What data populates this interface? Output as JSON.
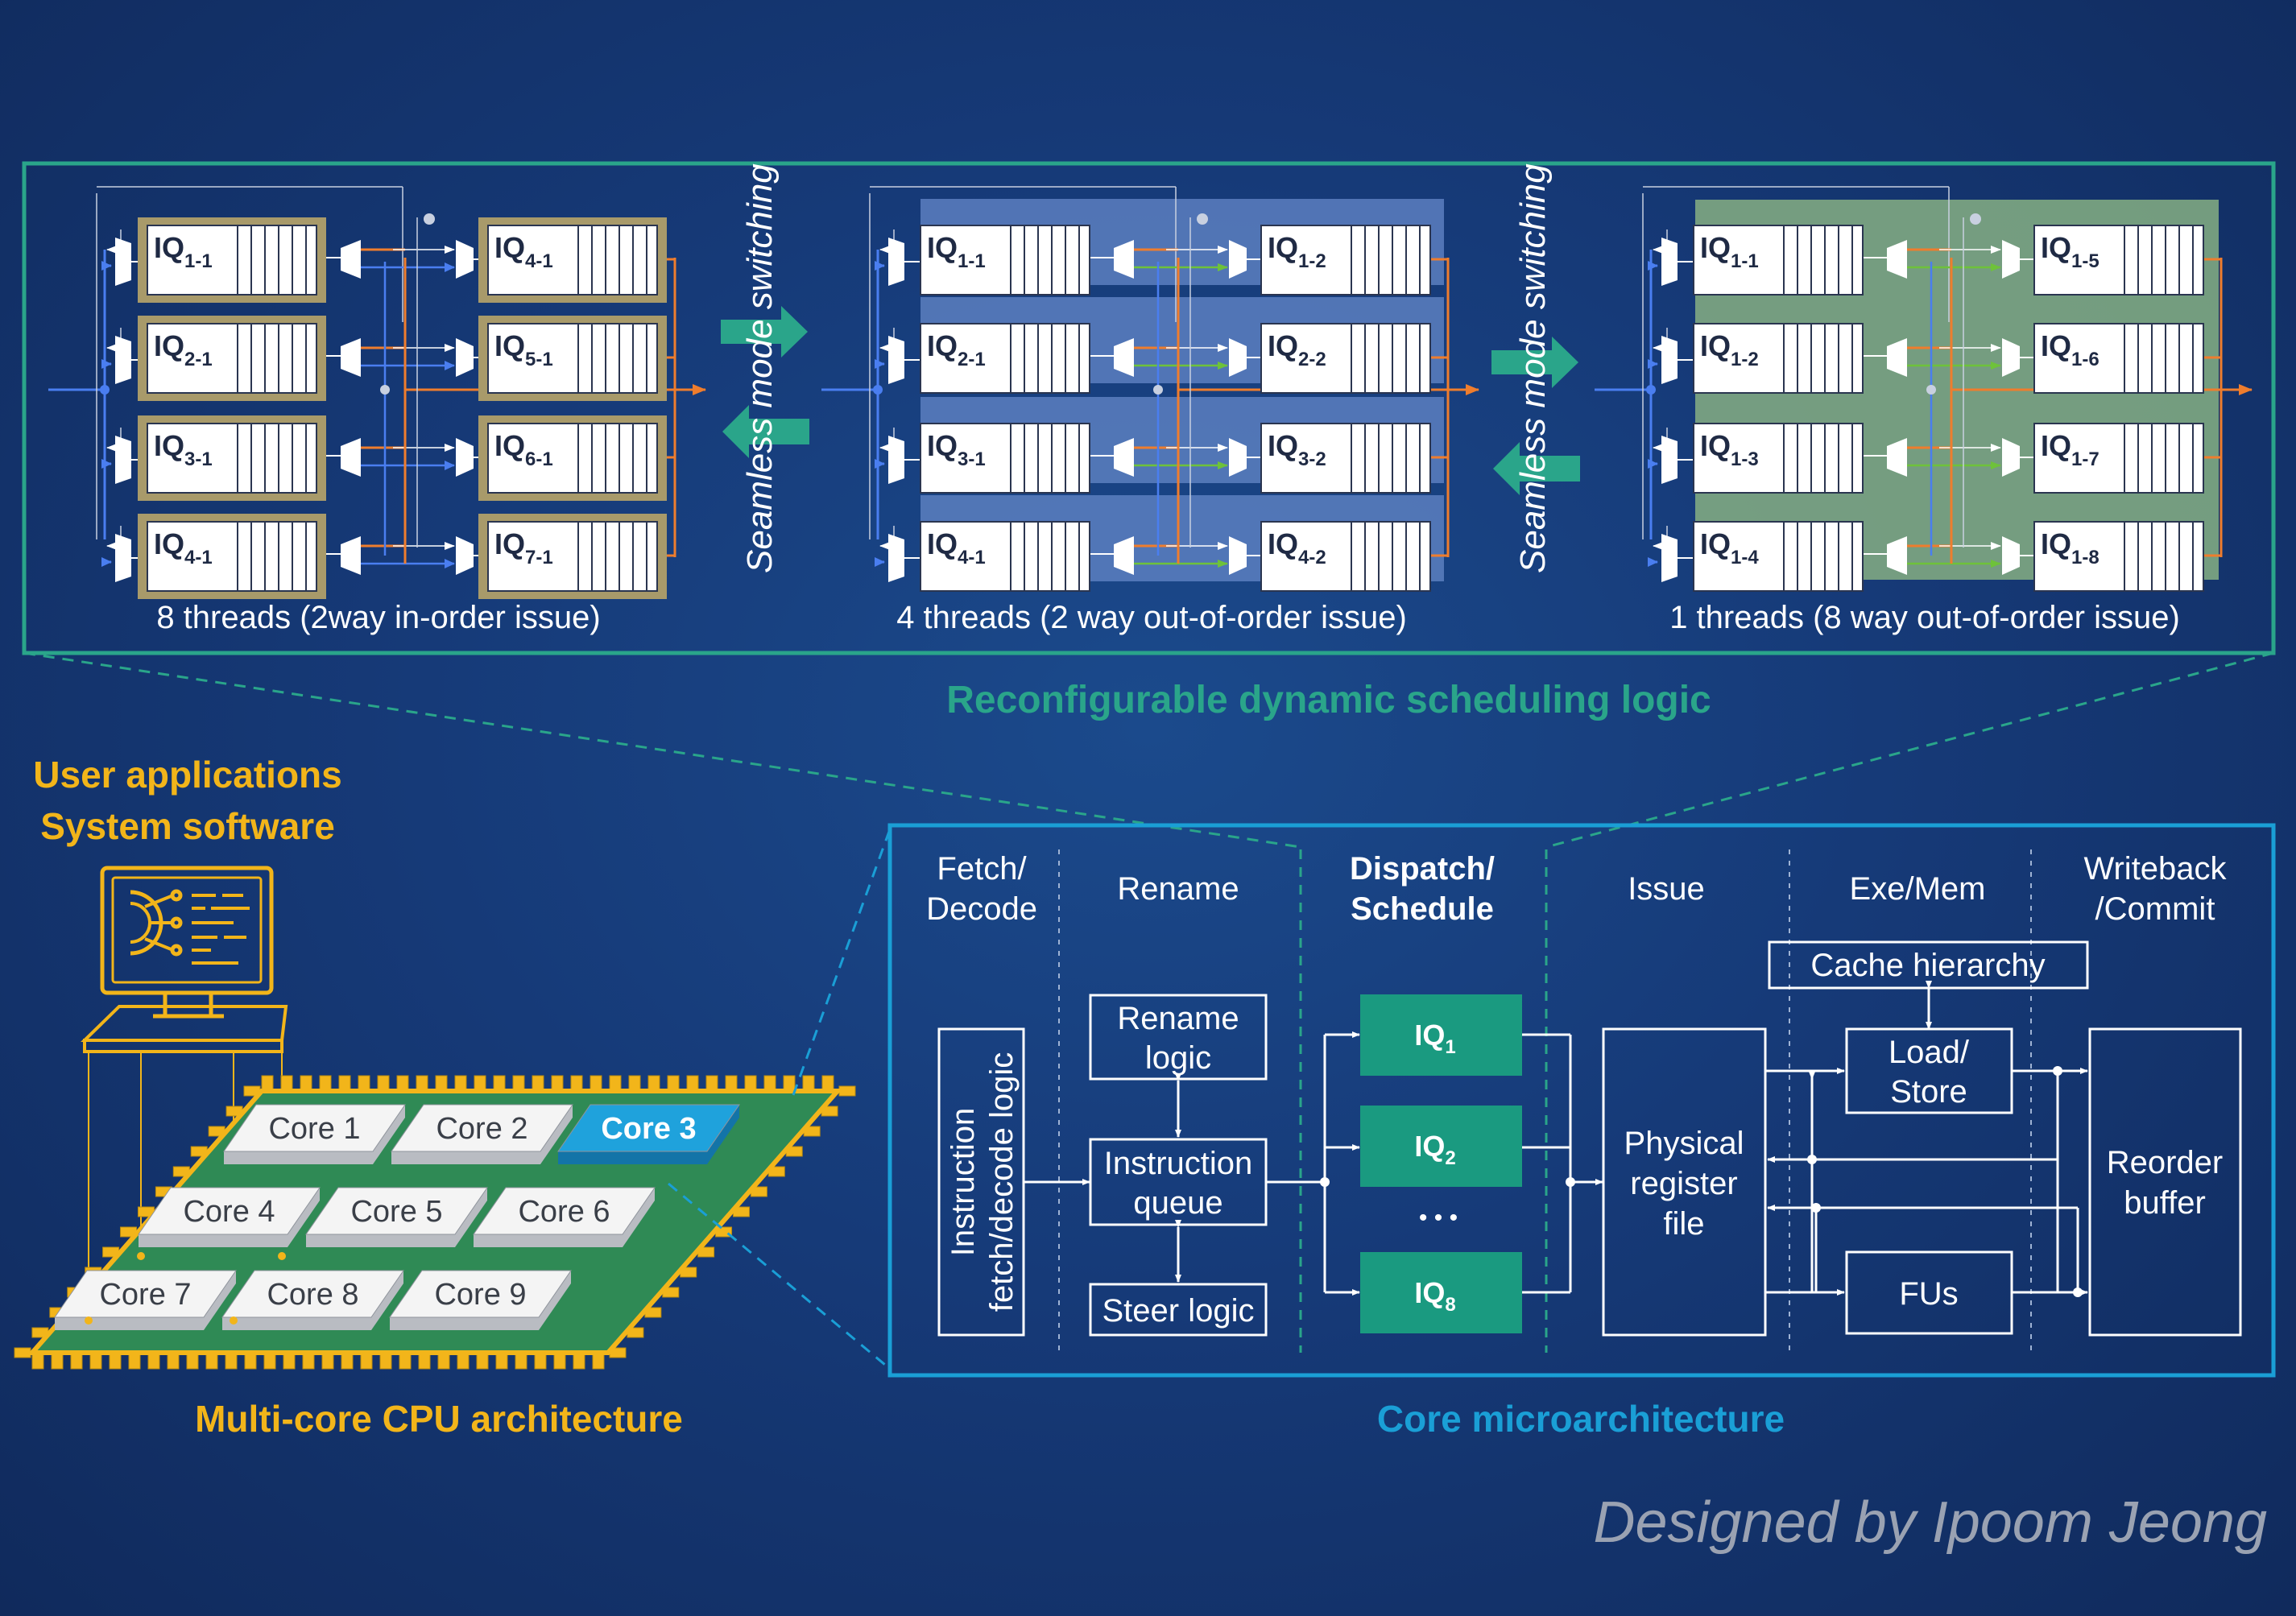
{
  "panels": [
    {
      "mode_label": "8 threads (2way in-order issue)",
      "left_queues": [
        "1-1",
        "2-1",
        "3-1",
        "4-1"
      ],
      "right_queues": [
        "4-1",
        "5-1",
        "6-1",
        "7-1"
      ]
    },
    {
      "mode_label": "4 threads (2 way out-of-order issue)",
      "left_queues": [
        "1-1",
        "2-1",
        "3-1",
        "4-1"
      ],
      "right_queues": [
        "1-2",
        "2-2",
        "3-2",
        "4-2"
      ]
    },
    {
      "mode_label": "1 threads (8 way out-of-order issue)",
      "left_queues": [
        "1-1",
        "1-2",
        "1-3",
        "1-4"
      ],
      "right_queues": [
        "1-5",
        "1-6",
        "1-7",
        "1-8"
      ]
    }
  ],
  "switch_label": "Seamless mode switching",
  "iq_prefix": "IQ",
  "scheduler_title": "Reconfigurable dynamic scheduling logic",
  "software": {
    "line1": "User applications",
    "line2": "System software"
  },
  "cores": [
    "Core 1",
    "Core 2",
    "Core 3",
    "Core 4",
    "Core 5",
    "Core 6",
    "Core 7",
    "Core 8",
    "Core 9"
  ],
  "cpu_title": "Multi-core CPU architecture",
  "pipeline": {
    "stages": {
      "fetch_1": "Fetch/",
      "fetch_2": "Decode",
      "rename": "Rename",
      "dispatch_1": "Dispatch/",
      "dispatch_2": "Schedule",
      "issue": "Issue",
      "exe": "Exe/Mem",
      "wb_1": "Writeback",
      "wb_2": "/Commit"
    },
    "fetch_logic_1": "Instruction",
    "fetch_logic_2": "fetch/decode logic",
    "rename_logic_1": "Rename",
    "rename_logic_2": "logic",
    "iq_buffer_1": "Instruction",
    "iq_buffer_2": "queue",
    "steer_logic": "Steer logic",
    "iqs": [
      {
        "base": "IQ",
        "sub": "1"
      },
      {
        "base": "IQ",
        "sub": "2"
      },
      {
        "base": "IQ",
        "sub": "8"
      }
    ],
    "ellipsis": "• • •",
    "prf_1": "Physical",
    "prf_2": "register",
    "prf_3": "file",
    "cache": "Cache hierarchy",
    "lsu_1": "Load/",
    "lsu_2": "Store",
    "fus": "FUs",
    "rob_1": "Reorder",
    "rob_2": "buffer"
  },
  "core_title": "Core microarchitecture",
  "credit": "Designed by Ipoom Jeong",
  "colors": {
    "teal": "#2aa58a",
    "teal_box": "#1a9a80",
    "gold": "#f2b51a",
    "cyan": "#1a9fd6",
    "blue_wire": "#4a7ef0",
    "orange_wire": "#ef7d2d",
    "green_wire": "#6ec23a",
    "khaki": "#a89a6a",
    "slate_band": "#5c7fbf",
    "green_band": "#7fa882",
    "core3": "#1fa2dc",
    "credit": "#9aa2b2",
    "line": "#e8eef6"
  }
}
